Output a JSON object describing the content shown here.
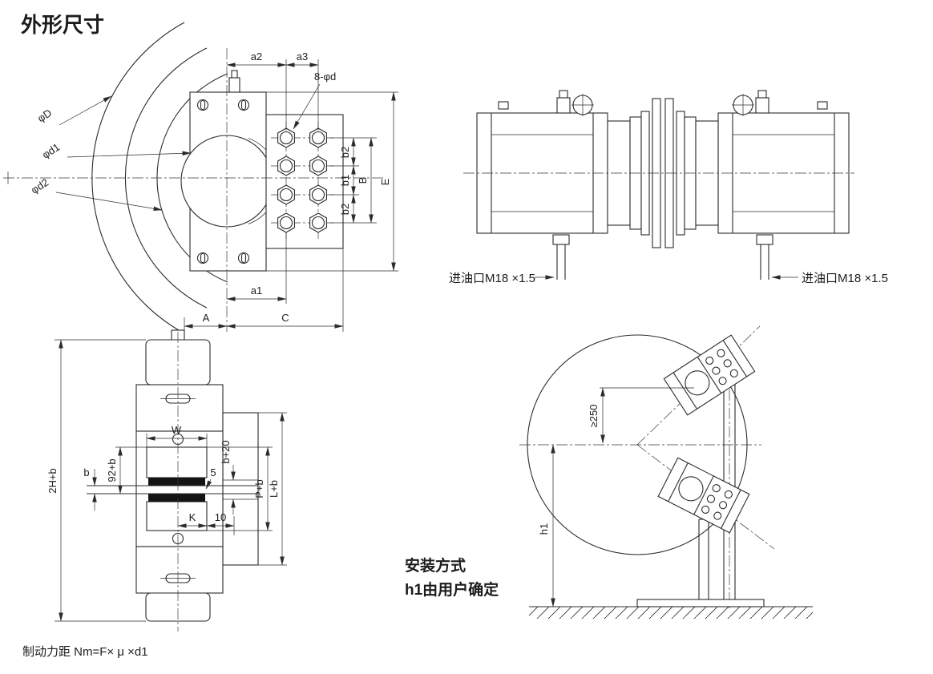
{
  "colors": {
    "ink": "#2b2b2b",
    "background": "#ffffff"
  },
  "title": "外形尺寸",
  "front_view": {
    "phi_D": "φD",
    "phi_d1": "φd1",
    "phi_d2": "φd2",
    "a2": "a2",
    "a3": "a3",
    "bolt_callout": "8-φd",
    "b2_top": "b2",
    "b1": "b1",
    "b2_bottom": "b2",
    "B": "B",
    "E": "E",
    "a1": "a1",
    "A": "A",
    "C": "C"
  },
  "side_view": {
    "oil_port_left": "进油口M18 ×1.5",
    "oil_port_right": "进油口M18 ×1.5"
  },
  "section_view": {
    "overall_height": "2H+b",
    "dim_92_b": "92+b",
    "W": "W",
    "b_plus_20": "b+20",
    "b": "b",
    "gap_5": "5",
    "P_plus_b": "P+b",
    "L_plus_b": "L+b",
    "K": "K",
    "dim_10": "10"
  },
  "install_view": {
    "min_distance": "≥250",
    "h1": "h1",
    "caption_line1": "安装方式",
    "caption_line2": "h1由用户确定"
  },
  "formula": "制动力距 Nm=F× μ ×d1"
}
